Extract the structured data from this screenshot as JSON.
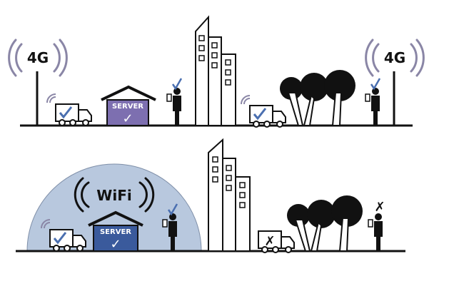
{
  "colors": {
    "ink": "#111111",
    "signal": "#8a86a6",
    "check": "#4a6fb0",
    "server_top": "#7d6fb0",
    "server_bottom": "#3a5a9c",
    "wifi_dome": "#b8c8de",
    "wifi_dome_stroke": "#7f8fa8",
    "window": "#ffffff"
  },
  "top_scene": {
    "tower_left_label": "4G",
    "tower_right_label": "4G",
    "server_label": "SERVER",
    "check_mark": "✓"
  },
  "bottom_scene": {
    "wifi_label": "WiFi",
    "server_label": "SERVER",
    "check_mark": "✓",
    "fail_mark": "✗"
  }
}
